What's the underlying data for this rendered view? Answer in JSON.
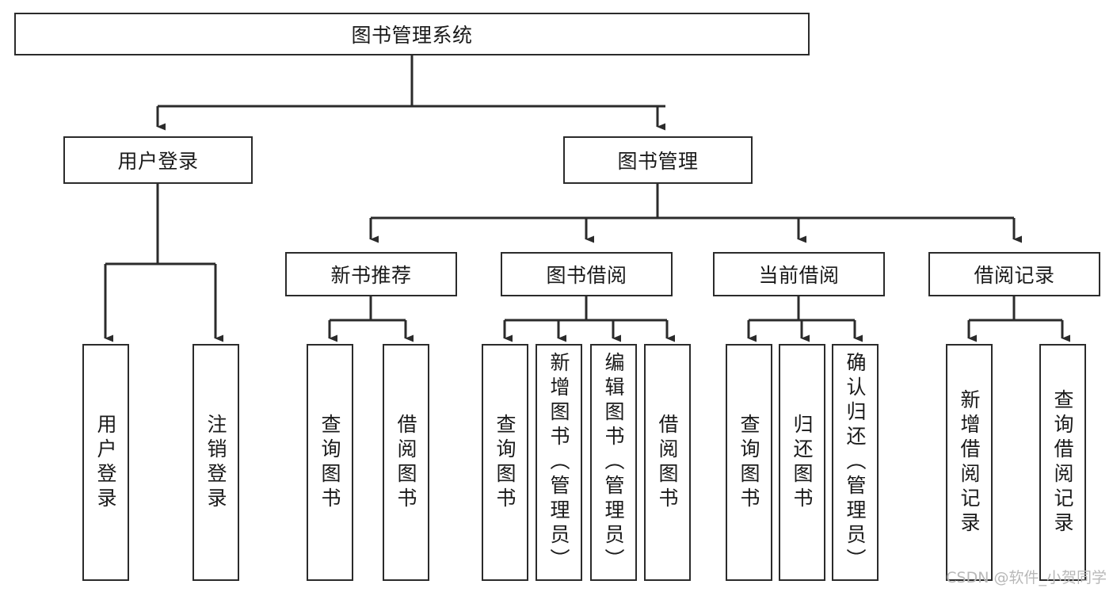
{
  "diagram": {
    "type": "tree-hierarchy",
    "title": "图书管理系统",
    "watermark": "CSDN @软件_小贺同学",
    "colors": {
      "stroke": "#2b2b2b",
      "fill": "#ffffff",
      "text": "#1a1a1a",
      "watermark": "#b8b8b8"
    },
    "levels": {
      "root": "图书管理系统",
      "level2": [
        "用户登录",
        "图书管理"
      ],
      "level3": [
        "新书推荐",
        "图书借阅",
        "当前借阅",
        "借阅记录"
      ]
    },
    "nodes": {
      "root": {
        "label": "图书管理系统",
        "orientation": "horizontal"
      },
      "user_login": {
        "label": "用户登录",
        "orientation": "horizontal"
      },
      "book_manage": {
        "label": "图书管理",
        "orientation": "horizontal"
      },
      "new_book_rec": {
        "label": "新书推荐",
        "orientation": "horizontal"
      },
      "book_borrow": {
        "label": "图书借阅",
        "orientation": "horizontal"
      },
      "current_borrow": {
        "label": "当前借阅",
        "orientation": "horizontal"
      },
      "borrow_record": {
        "label": "借阅记录",
        "orientation": "horizontal"
      },
      "leaf_user_login": {
        "label": "用户登录",
        "orientation": "vertical"
      },
      "leaf_logout": {
        "label": "注销登录",
        "orientation": "vertical"
      },
      "leaf_query_book_1": {
        "label": "查询图书",
        "orientation": "vertical"
      },
      "leaf_borrow_book_1": {
        "label": "借阅图书",
        "orientation": "vertical"
      },
      "leaf_query_book_2": {
        "label": "查询图书",
        "orientation": "vertical"
      },
      "leaf_add_book": {
        "label": "新增图书（管理员）",
        "orientation": "vertical"
      },
      "leaf_edit_book": {
        "label": "编辑图书（管理员）",
        "orientation": "vertical"
      },
      "leaf_borrow_book_2": {
        "label": "借阅图书",
        "orientation": "vertical"
      },
      "leaf_query_book_3": {
        "label": "查询图书",
        "orientation": "vertical"
      },
      "leaf_return_book": {
        "label": "归还图书",
        "orientation": "vertical"
      },
      "leaf_confirm_return": {
        "label": "确认归还（管理员）",
        "orientation": "vertical"
      },
      "leaf_add_record": {
        "label": "新增借阅记录",
        "orientation": "vertical"
      },
      "leaf_query_record": {
        "label": "查询借阅记录",
        "orientation": "vertical"
      }
    },
    "edges": [
      {
        "from": "root",
        "to": "user_login"
      },
      {
        "from": "root",
        "to": "book_manage"
      },
      {
        "from": "user_login",
        "to": "leaf_user_login"
      },
      {
        "from": "user_login",
        "to": "leaf_logout"
      },
      {
        "from": "book_manage",
        "to": "new_book_rec"
      },
      {
        "from": "book_manage",
        "to": "book_borrow"
      },
      {
        "from": "book_manage",
        "to": "current_borrow"
      },
      {
        "from": "book_manage",
        "to": "borrow_record"
      },
      {
        "from": "new_book_rec",
        "to": "leaf_query_book_1"
      },
      {
        "from": "new_book_rec",
        "to": "leaf_borrow_book_1"
      },
      {
        "from": "book_borrow",
        "to": "leaf_query_book_2"
      },
      {
        "from": "book_borrow",
        "to": "leaf_add_book"
      },
      {
        "from": "book_borrow",
        "to": "leaf_edit_book"
      },
      {
        "from": "book_borrow",
        "to": "leaf_borrow_book_2"
      },
      {
        "from": "current_borrow",
        "to": "leaf_query_book_3"
      },
      {
        "from": "current_borrow",
        "to": "leaf_return_book"
      },
      {
        "from": "current_borrow",
        "to": "leaf_confirm_return"
      },
      {
        "from": "borrow_record",
        "to": "leaf_add_record"
      },
      {
        "from": "borrow_record",
        "to": "leaf_query_record"
      }
    ]
  }
}
